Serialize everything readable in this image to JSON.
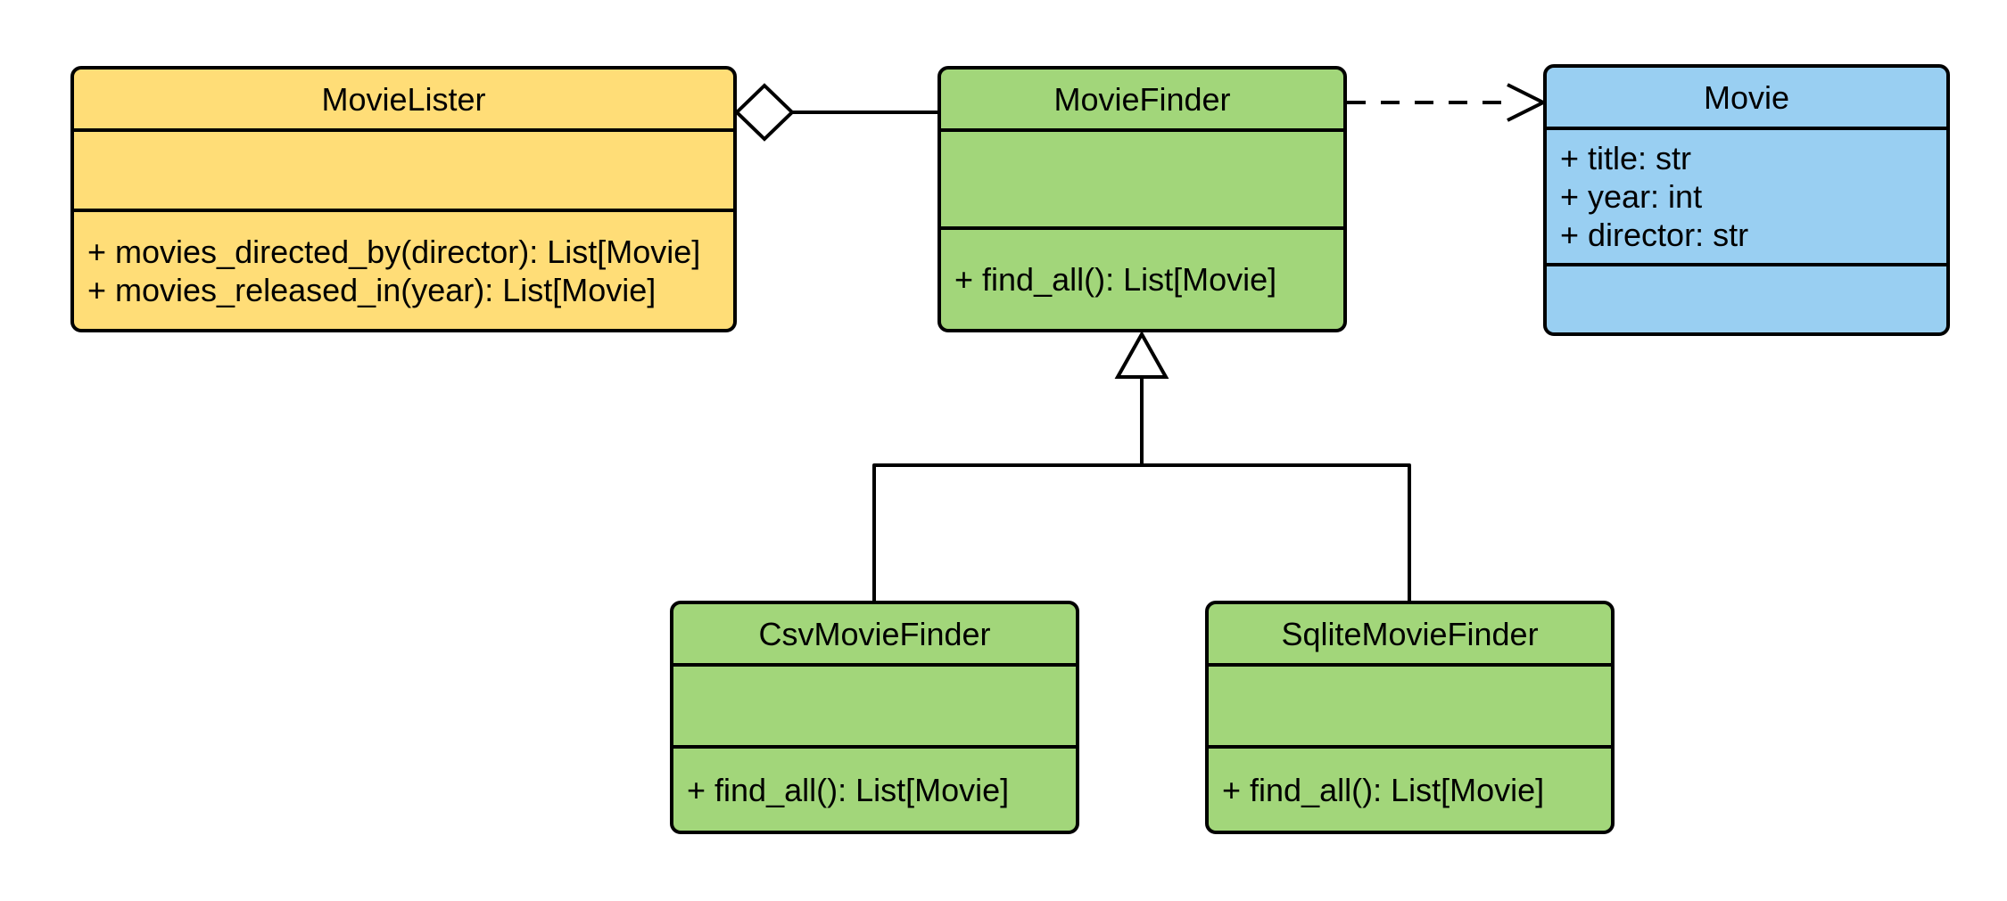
{
  "diagram": {
    "kind": "uml-class-diagram",
    "background_color": "#FFFFFF",
    "stroke_color": "#000000",
    "classes": [
      {
        "name": "MovieLister",
        "fill": "#FFDD77",
        "attributes": [],
        "methods": [
          "+ movies_directed_by(director): List[Movie]",
          "+ movies_released_in(year): List[Movie]"
        ]
      },
      {
        "name": "MovieFinder",
        "fill": "#A2D67A",
        "attributes": [],
        "methods": [
          "+ find_all(): List[Movie]"
        ]
      },
      {
        "name": "Movie",
        "fill": "#99CFF2",
        "attributes": [
          "+ title: str",
          "+ year: int",
          "+ director: str"
        ],
        "methods": []
      },
      {
        "name": "CsvMovieFinder",
        "fill": "#A2D67A",
        "attributes": [],
        "methods": [
          "+ find_all(): List[Movie]"
        ]
      },
      {
        "name": "SqliteMovieFinder",
        "fill": "#A2D67A",
        "attributes": [],
        "methods": [
          "+ find_all(): List[Movie]"
        ]
      }
    ],
    "relationships": [
      {
        "type": "aggregation",
        "from": "MovieLister",
        "to": "MovieFinder"
      },
      {
        "type": "dependency",
        "from": "MovieFinder",
        "to": "Movie"
      },
      {
        "type": "inheritance",
        "from": "CsvMovieFinder",
        "to": "MovieFinder"
      },
      {
        "type": "inheritance",
        "from": "SqliteMovieFinder",
        "to": "MovieFinder"
      }
    ]
  }
}
